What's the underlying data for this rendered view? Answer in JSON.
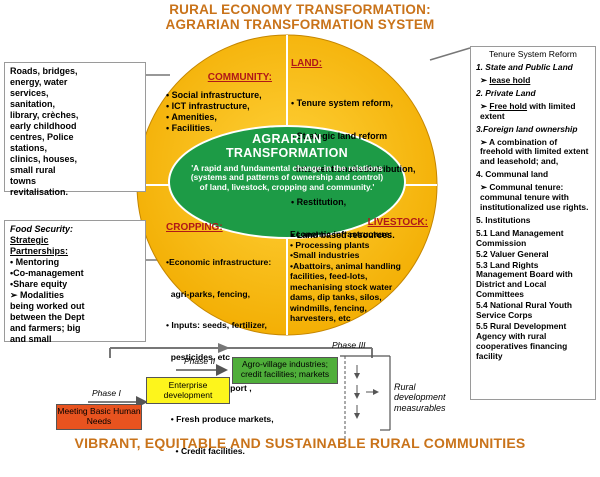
{
  "title": {
    "line1": "RURAL ECONOMY TRANSFORMATION:",
    "line2": "AGRARIAN TRANSFORMATION SYSTEM"
  },
  "bottom_title": "VIBRANT, EQUITABLE AND SUSTAINABLE RURAL COMMUNITIES",
  "center": {
    "title_line1": "AGRARIAN",
    "title_line2": "TRANSFORMATION",
    "quote": "'A rapid and fundamental change in the relations (systems and patterns of ownership and control) of land, livestock, cropping and community.'"
  },
  "community": {
    "heading": "COMMUNITY:",
    "items": [
      "• Social infrastructure,",
      "• ICT infrastructure,",
      "• Amenities,",
      "• Facilities."
    ]
  },
  "land": {
    "heading": "LAND:",
    "items": [
      "• Tenure system reform,",
      "• Strategic land reform",
      "  interventions/redistribution,",
      "• Restitution,",
      "• Land based resources."
    ]
  },
  "cropping": {
    "heading": "CROPPING:",
    "items": [
      "•Economic infrastructure:",
      "  agri-parks, fencing,",
      "• Inputs: seeds, fertilizer,",
      "  pesticides, etc",
      "• Extension support ,",
      "  • Fresh produce markets,",
      "    • Credit facilities."
    ]
  },
  "livestock": {
    "heading": "LIVESTOCK:",
    "items": [
      "Economic infrastructure:",
      "• Processing plants",
      "•Small industries",
      "•Abattoirs, animal handling",
      "facilities, feed-lots,",
      "mechanising stock water",
      "dams, dip tanks, silos,",
      "windmills, fencing,",
      "harvesters, etc"
    ]
  },
  "left_top_box": {
    "text": [
      "Roads, bridges,",
      "energy, water",
      "services,",
      "sanitation,",
      "library, crèches,",
      "early childhood",
      "centres, Police",
      "stations,",
      "clinics, houses,",
      "small rural",
      "towns",
      "revitalisation."
    ]
  },
  "left_bottom_box": {
    "heading": "Food Security:",
    "subheading": "Strategic",
    "subheading2": "Partnerships:",
    "items": [
      "• Mentoring",
      "•Co-management",
      "•Share equity",
      "➢ Modalities",
      "being worked out",
      "between the Dept",
      "and farmers; big",
      "and small"
    ]
  },
  "right_box": {
    "heading": "Tenure System Reform",
    "i1_title": "1.  State and Public Land",
    "i1_sub": "lease hold",
    "i2_title": "2. Private Land",
    "i2_sub_u": "Free hold",
    "i2_sub_rest": " with limited extent",
    "i3_title": "3.Foreign land ownership",
    "i3_sub": "A combination of freehold  with limited extent and leasehold; and,",
    "i4_title": "4. Communal land",
    "i4_sub": "Communal tenure: communal tenure with institutionalized use rights.",
    "i5": "5. Institutions",
    "i51": "5.1 Land Management Commission",
    "i52": "5.2 Valuer General",
    "i53": "5.3 Land Rights Management Board with District and Local Committees",
    "i54": "5.4 National Rural Youth Service Corps",
    "i55": "5.5  Rural Development Agency with rural cooperatives financing facility"
  },
  "phases": {
    "phase1": "Phase I",
    "phase2": "Phase II",
    "phase3": "Phase III",
    "box1": "Meeting Basic Human Needs",
    "box2": "Enterprise development",
    "box3": "Agro-village industries; credit facilities; markets",
    "measurables": "Rural development measurables"
  },
  "colors": {
    "title_orange": "#c9731a",
    "circle_yellow": "#f6b800",
    "ellipse_green": "#1d9b46",
    "red_heading": "#b01818",
    "box1_fill": "#e8531f",
    "box2_fill": "#fdf51c",
    "box3_fill": "#4fae3a"
  }
}
